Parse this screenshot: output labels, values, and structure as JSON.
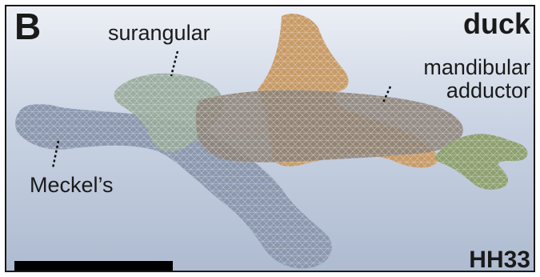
{
  "figure": {
    "panel_letter": "B",
    "species": "duck",
    "stage": "HH33"
  },
  "labels": {
    "surangular": "surangular",
    "mandibular_line1": "mandibular",
    "mandibular_line2": "adductor",
    "meckels": "Meckel’s"
  },
  "colors": {
    "meckels_cartilage": "#8a97ae",
    "surangular": "#97a99a",
    "mandibular_adductor": "#8c8278",
    "quadrate": "#c79a66",
    "hyoid_tip": "#8ea06f"
  }
}
